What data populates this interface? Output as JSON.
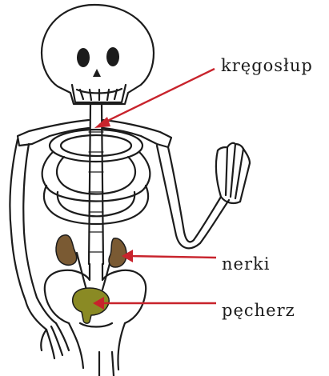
{
  "labels": {
    "spine": "kręgosłup",
    "kidneys": "nerki",
    "bladder": "pęcherz"
  },
  "colors": {
    "outline": "#1c1c1c",
    "arrow": "#c8232c",
    "kidney": "#7a5a33",
    "bladder": "#8a8a24",
    "background": "#ffffff"
  }
}
